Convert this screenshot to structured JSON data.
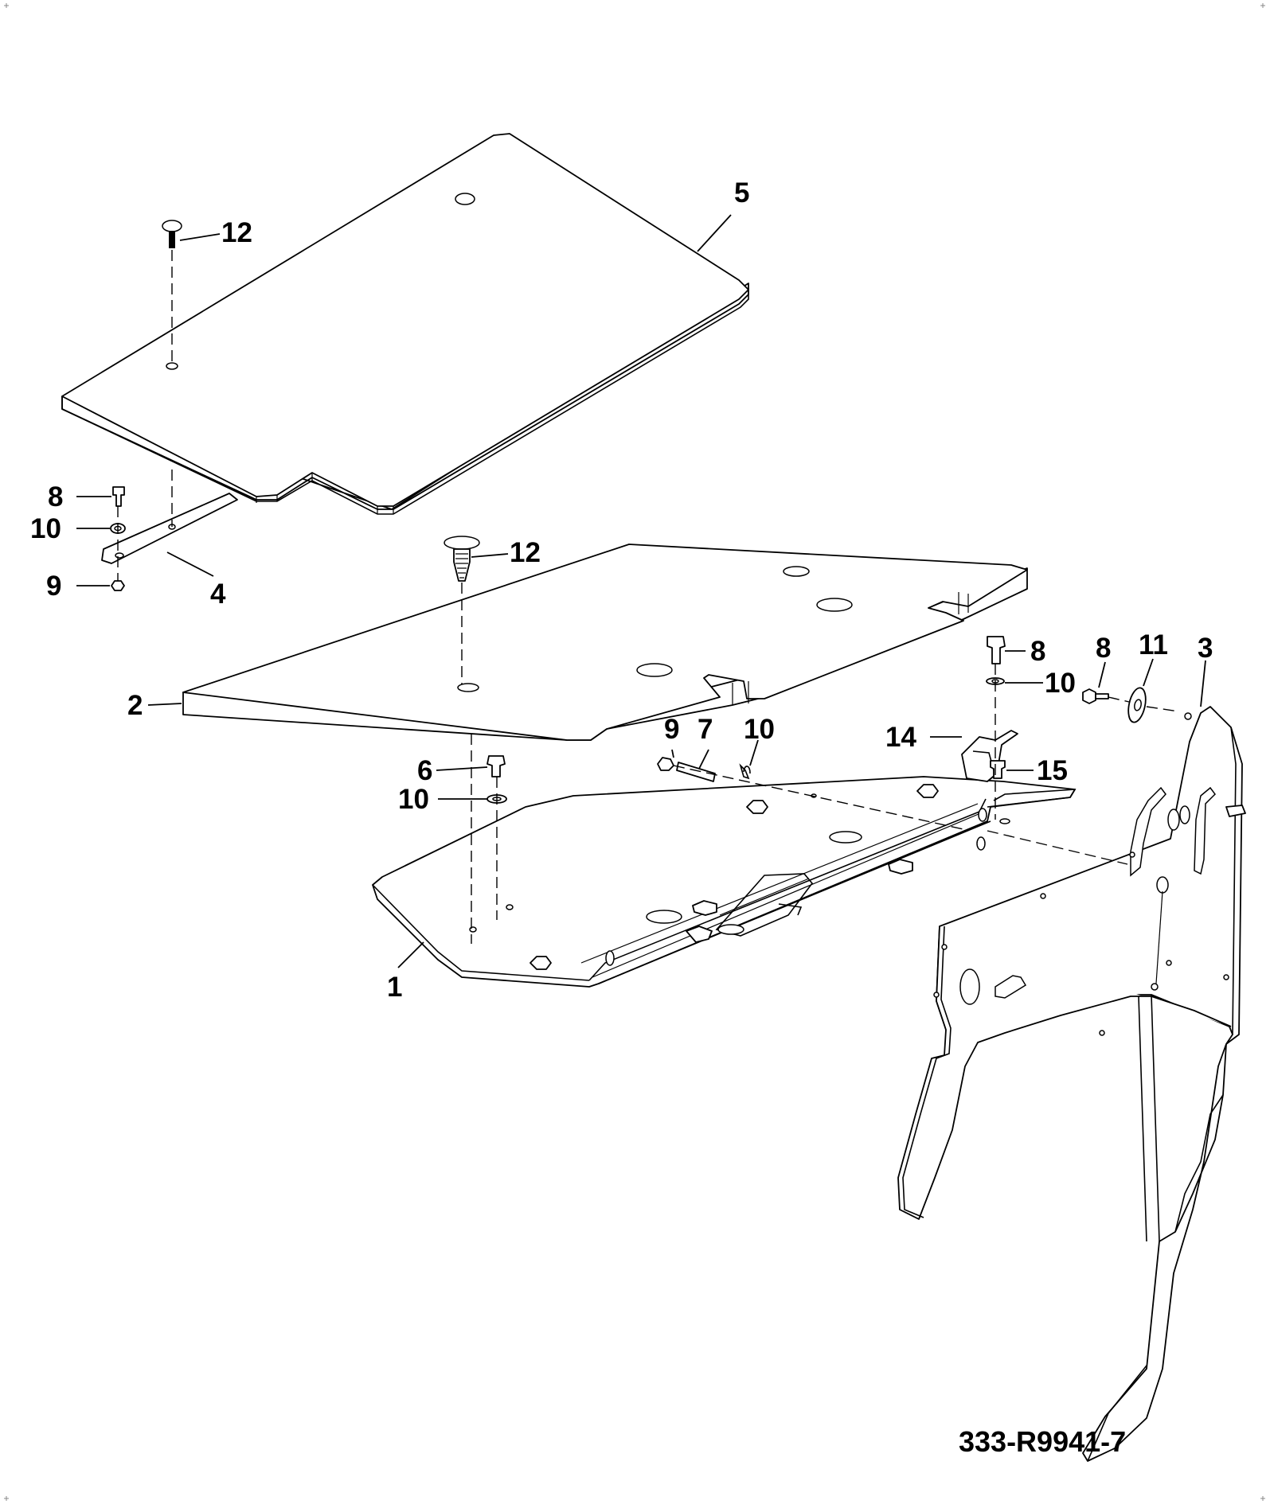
{
  "drawing": {
    "drawing_number": "333-R9941-7"
  },
  "callouts": {
    "c1": "1",
    "c2": "2",
    "c3": "3",
    "c4": "4",
    "c5": "5",
    "c6": "6",
    "c7": "7",
    "c8a": "8",
    "c8b": "8",
    "c8c": "8",
    "c9a": "9",
    "c9b": "9",
    "c10a": "10",
    "c10b": "10",
    "c10c": "10",
    "c10d": "10",
    "c11": "11",
    "c12a": "12",
    "c12b": "12",
    "c14": "14",
    "c15": "15"
  }
}
